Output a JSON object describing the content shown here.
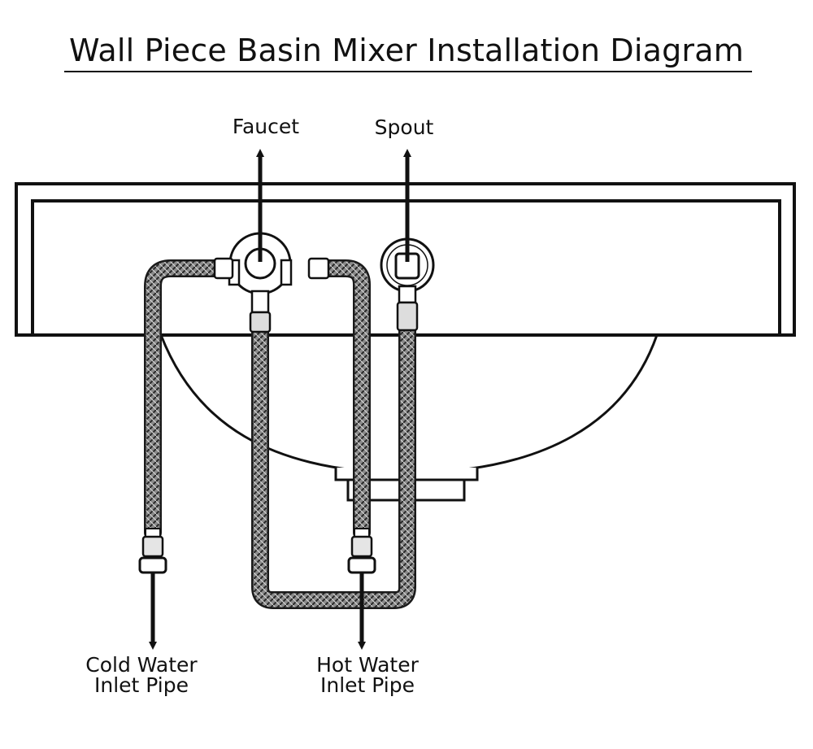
{
  "title": "Wall Piece Basin Mixer Installation Diagram",
  "labels": {
    "faucet": "Faucet",
    "spout": "Spout",
    "cold_line1": "Cold Water",
    "cold_line2": "Inlet Pipe",
    "hot_line1": "Hot Water",
    "hot_line2": "Inlet Pipe"
  },
  "colors": {
    "ink": "#111111",
    "hose": "#6e6e6e",
    "background": "#ffffff"
  }
}
